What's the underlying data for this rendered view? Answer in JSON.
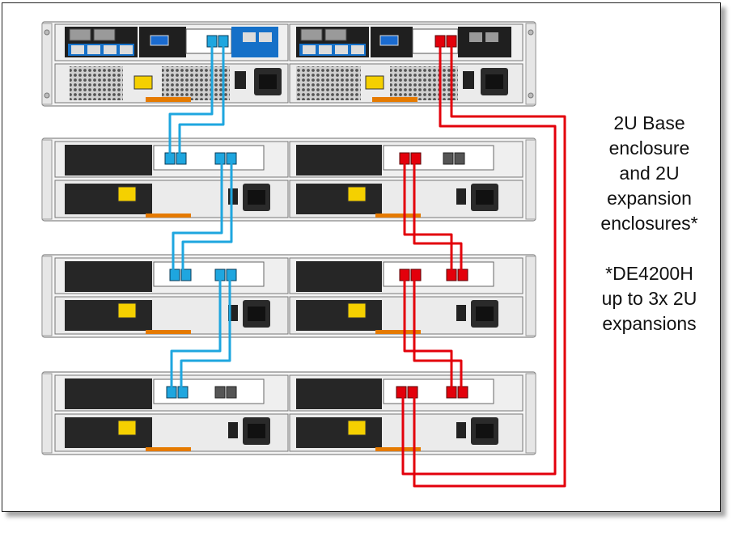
{
  "caption": {
    "lines": [
      "2U Base",
      "enclosure",
      "and 2U",
      "expansion",
      "enclosures*"
    ],
    "note_lines": [
      "*DE4200H",
      "up to 3x 2U",
      "expansions"
    ]
  },
  "colors": {
    "blue_cable": "#1ea6df",
    "red_cable": "#e3000b",
    "chassis": "#f2f2f2",
    "controller_blue": "#1570c8"
  },
  "enclosures": [
    {
      "role": "base",
      "name": "controller-enclosure"
    },
    {
      "role": "expansion",
      "name": "expansion-enclosure-1"
    },
    {
      "role": "expansion",
      "name": "expansion-enclosure-2"
    },
    {
      "role": "expansion",
      "name": "expansion-enclosure-3"
    }
  ]
}
